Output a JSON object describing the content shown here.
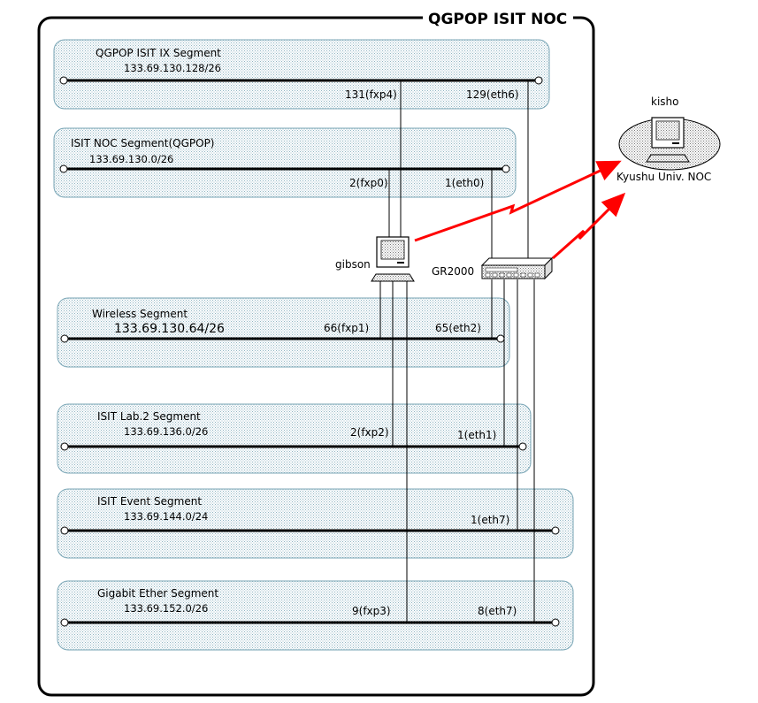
{
  "title": "QGPOP ISIT NOC",
  "segments": [
    {
      "name": "QGPOP ISIT IX Segment",
      "subnet": "133.69.130.128/26"
    },
    {
      "name": "ISIT NOC Segment(QGPOP)",
      "subnet": "133.69.130.0/26"
    },
    {
      "name": "Wireless Segment",
      "subnet": "133.69.130.64/26"
    },
    {
      "name": "ISIT Lab.2 Segment",
      "subnet": "133.69.136.0/26"
    },
    {
      "name": "ISIT Event Segment",
      "subnet": "133.69.144.0/24"
    },
    {
      "name": "Gigabit Ether Segment",
      "subnet": "133.69.152.0/26"
    }
  ],
  "ports": {
    "ix_gibson": "131(fxp4)",
    "ix_gr": "129(eth6)",
    "noc_gibson": "2(fxp0)",
    "noc_gr": "1(eth0)",
    "wl_gibson": "66(fxp1)",
    "wl_gr": "65(eth2)",
    "lab_gibson": "2(fxp2)",
    "lab_gr": "1(eth1)",
    "event_gr": "1(eth7)",
    "gig_gibson": "9(fxp3)",
    "gig_gr": "8(eth7)"
  },
  "devices": {
    "gibson": "gibson",
    "gr": "GR2000",
    "kisho": "kisho",
    "kyushu": "Kyushu Univ. NOC"
  },
  "colors": {
    "link": "#ff0000",
    "segment_fill": "#e4eef2",
    "segment_border": "#7aa6b6"
  }
}
